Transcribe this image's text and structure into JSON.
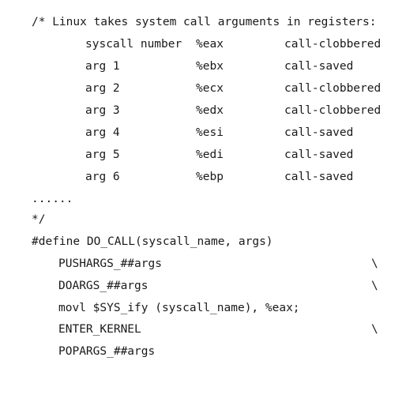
{
  "code": {
    "comment_open": "/* Linux takes system call arguments in registers:",
    "registers": [
      {
        "arg": "syscall number",
        "reg": "%eax",
        "kind": "call-clobbered"
      },
      {
        "arg": "arg 1",
        "reg": "%ebx",
        "kind": "call-saved"
      },
      {
        "arg": "arg 2",
        "reg": "%ecx",
        "kind": "call-clobbered"
      },
      {
        "arg": "arg 3",
        "reg": "%edx",
        "kind": "call-clobbered"
      },
      {
        "arg": "arg 4",
        "reg": "%esi",
        "kind": "call-saved"
      },
      {
        "arg": "arg 5",
        "reg": "%edi",
        "kind": "call-saved"
      },
      {
        "arg": "arg 6",
        "reg": "%ebp",
        "kind": "call-saved"
      }
    ],
    "ellipsis": "......",
    "comment_close": "*/",
    "define_line": "#define DO_CALL(syscall_name, args)",
    "body": [
      {
        "text": "PUSHARGS_##args",
        "cont": "\\"
      },
      {
        "text": "DOARGS_##args",
        "cont": "\\"
      },
      {
        "text": "movl $SYS_ify (syscall_name), %eax;",
        "cont": ""
      },
      {
        "text": "ENTER_KERNEL",
        "cont": "\\"
      },
      {
        "text": "POPARGS_##args",
        "cont": ""
      }
    ]
  }
}
